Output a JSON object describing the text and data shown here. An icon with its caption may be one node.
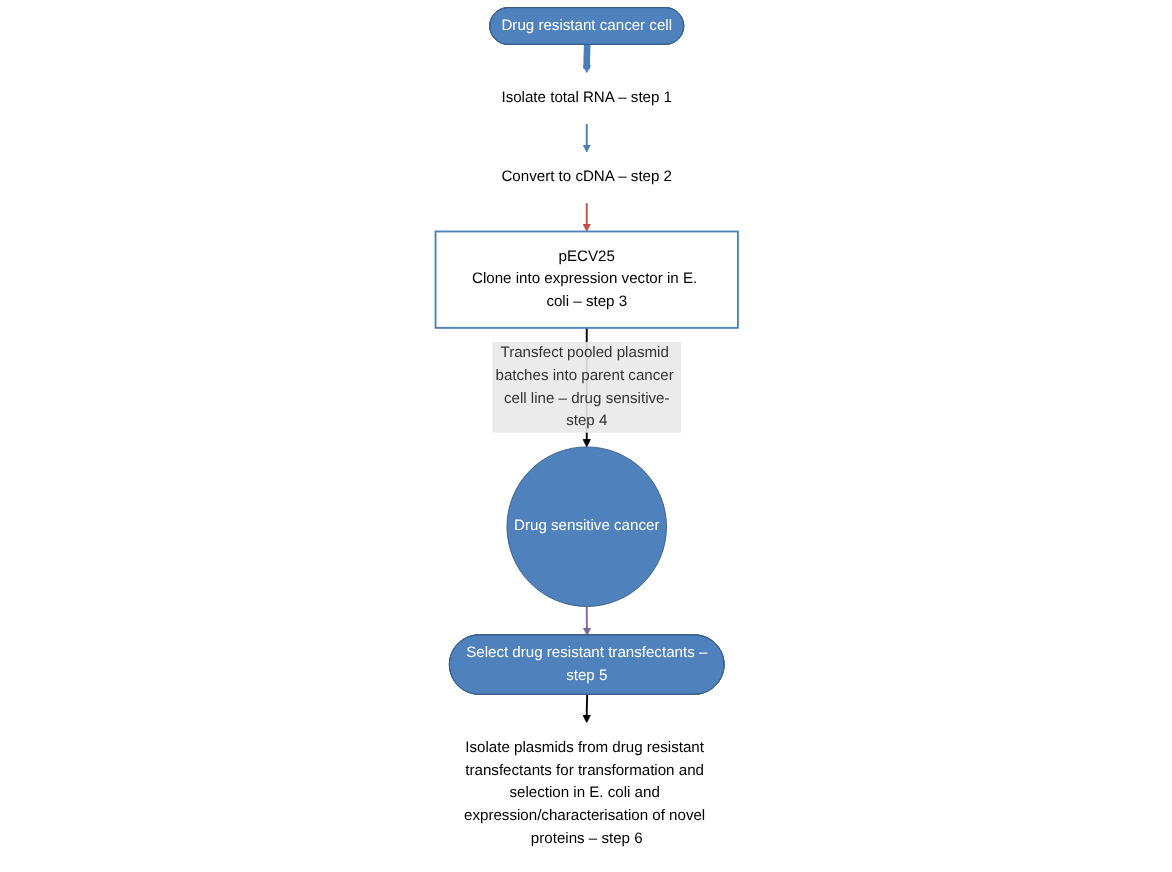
{
  "diagram": {
    "nodes": [
      {
        "text": [
          "Drug resistant cancer cell"
        ]
      },
      {
        "text": [
          "Isolate total RNA – step 1"
        ]
      },
      {
        "text": [
          "Convert to cDNA – step 2"
        ]
      },
      {
        "text": [
          "pECV25",
          "Clone into expression vector in E. coli – step 3"
        ]
      },
      {
        "text": [
          "Drug sensitive cancer"
        ]
      },
      {
        "text": [
          "Select drug resistant transfectants –step 5"
        ]
      },
      {
        "text": [
          "Isolate plasmids from drug resistant transfectants for transformation and selection in E. coli and expression/characterisation of novel proteins – step 6"
        ]
      }
    ],
    "edges": [
      {
        "from": 0,
        "to": 1,
        "arrow": "to",
        "style": "thick",
        "color": "#4a7ebb"
      },
      {
        "from": 1,
        "to": 2,
        "arrow": "to",
        "color": "#4a7ebb"
      },
      {
        "from": 2,
        "to": 3,
        "arrow": "to",
        "color": "#c0504d"
      },
      {
        "from": 3,
        "to": 4,
        "arrow": "to",
        "color": "#000000",
        "label": "Transfect pooled plasmid batches into parent cancer cell line – drug sensitive-step 4"
      },
      {
        "from": 4,
        "to": 5,
        "arrow": "to",
        "color": "#8064a2"
      },
      {
        "from": 5,
        "to": 6,
        "arrow": "to",
        "color": "#000000"
      }
    ]
  }
}
